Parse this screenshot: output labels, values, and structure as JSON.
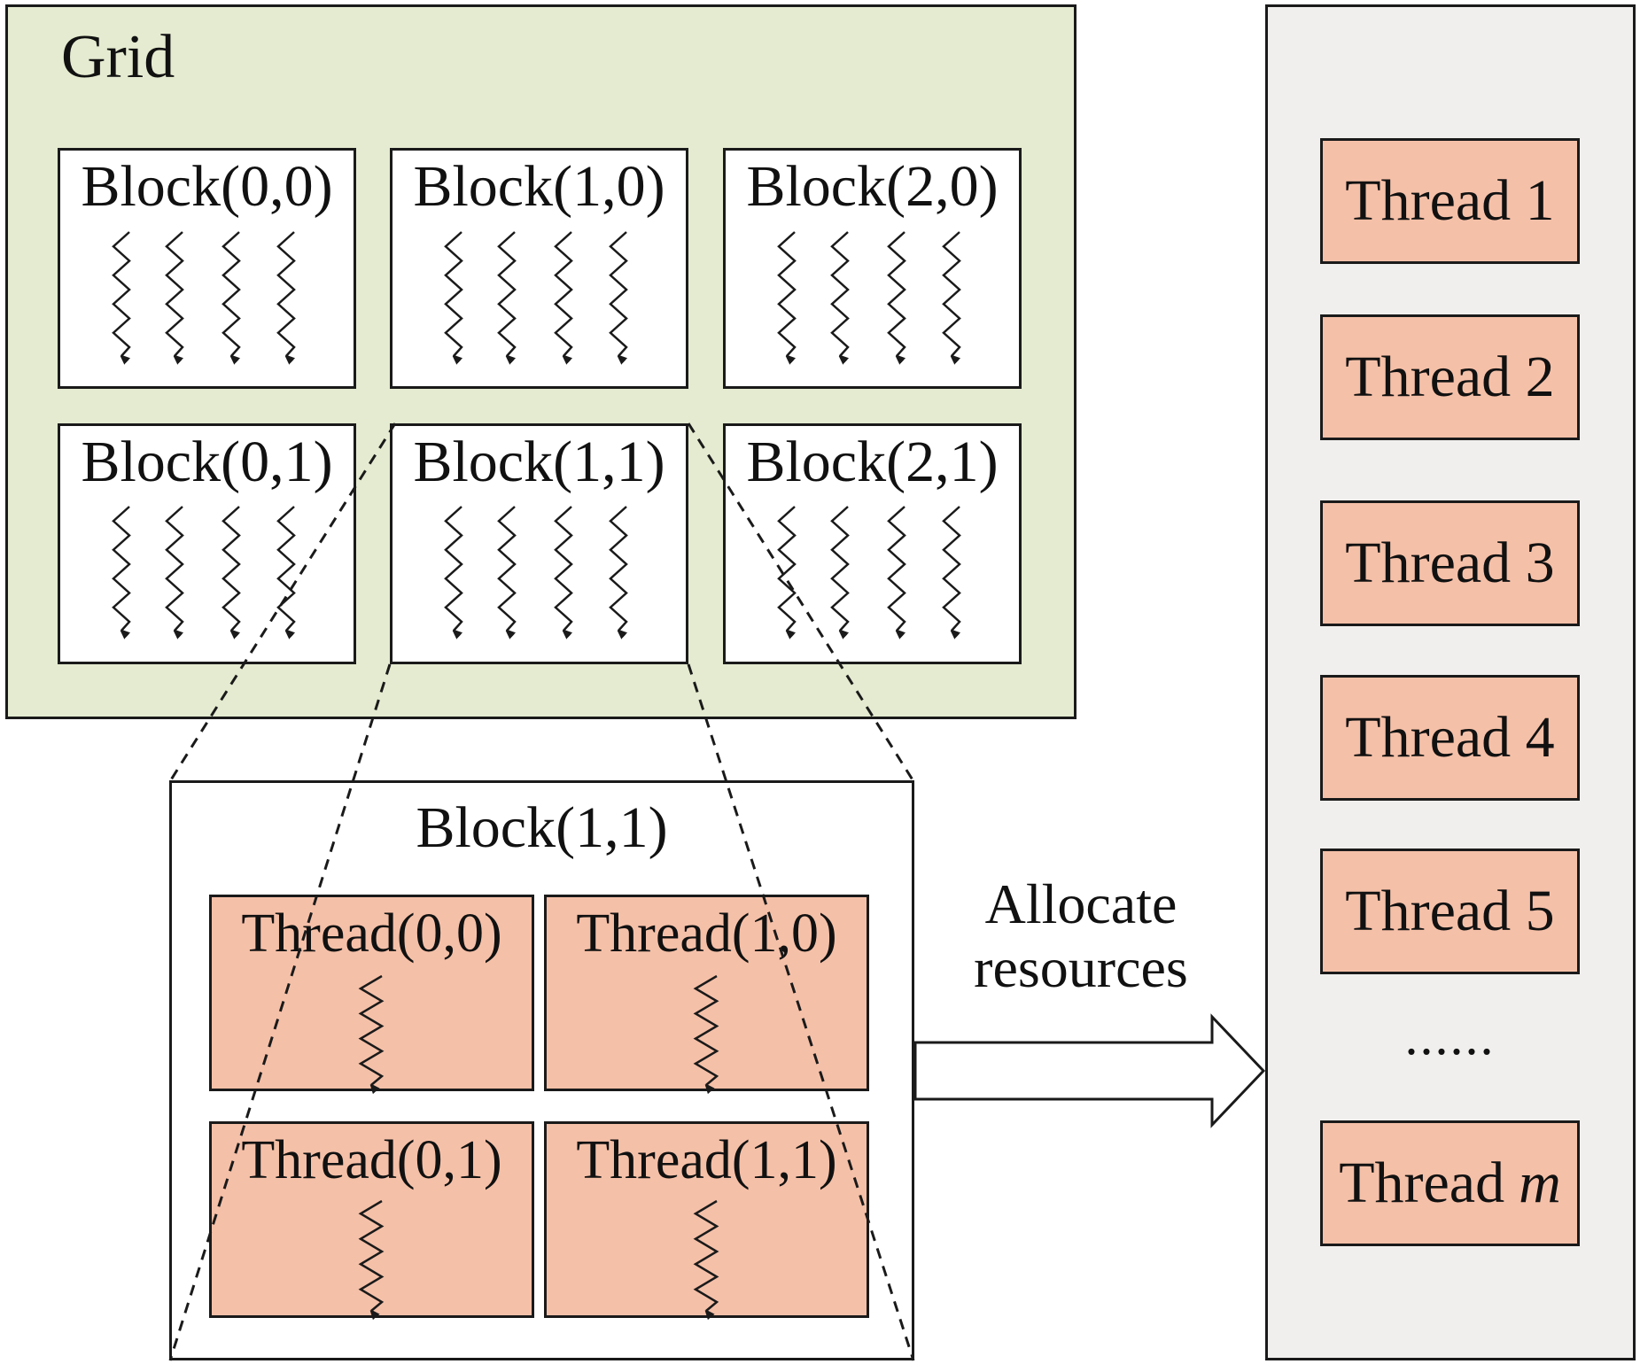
{
  "grid": {
    "title": "Grid",
    "blocks": [
      "Block(0,0)",
      "Block(1,0)",
      "Block(2,0)",
      "Block(0,1)",
      "Block(1,1)",
      "Block(2,1)"
    ]
  },
  "zoomed_block": {
    "title": "Block(1,1)",
    "threads": [
      "Thread(0,0)",
      "Thread(1,0)",
      "Thread(0,1)",
      "Thread(1,1)"
    ]
  },
  "arrow_label": {
    "line1": "Allocate",
    "line2": "resources"
  },
  "thread_list": {
    "items": [
      "Thread 1",
      "Thread 2",
      "Thread 3",
      "Thread 4",
      "Thread 5"
    ],
    "ellipsis": "......",
    "last": {
      "prefix": "Thread",
      "var": "m"
    }
  },
  "colors": {
    "grid_bg": "#e4ebd0",
    "thread_fill": "#f5c0a8",
    "right_panel_bg": "#f0efed",
    "stroke": "#1a1a1a"
  }
}
